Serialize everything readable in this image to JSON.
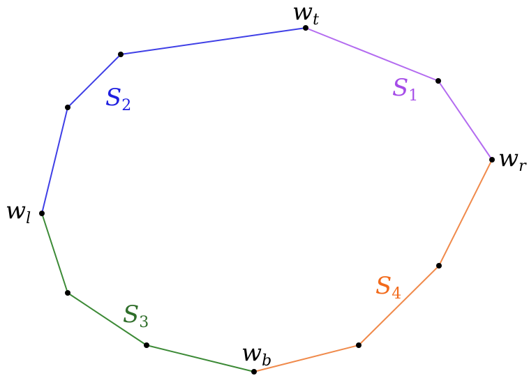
{
  "colors": {
    "S1": "#b36bf0",
    "S2": "#3f3fe6",
    "S3": "#3c8a36",
    "S4": "#f08a4b",
    "S1_label": "#a54ce8",
    "S2_label": "#1f1fe0",
    "S3_label": "#2f6e2a",
    "S4_label": "#f26a1b",
    "vertex": "#000000",
    "text": "#000000"
  },
  "vertex_labels": {
    "top": {
      "base": "w",
      "sub": "t"
    },
    "right": {
      "base": "w",
      "sub": "r"
    },
    "left": {
      "base": "w",
      "sub": "l"
    },
    "bottom": {
      "base": "w",
      "sub": "b"
    }
  },
  "chain_labels": {
    "S1": {
      "base": "S",
      "sub": "1"
    },
    "S2": {
      "base": "S",
      "sub": "2"
    },
    "S3": {
      "base": "S",
      "sub": "3"
    },
    "S4": {
      "base": "S",
      "sub": "4"
    }
  }
}
